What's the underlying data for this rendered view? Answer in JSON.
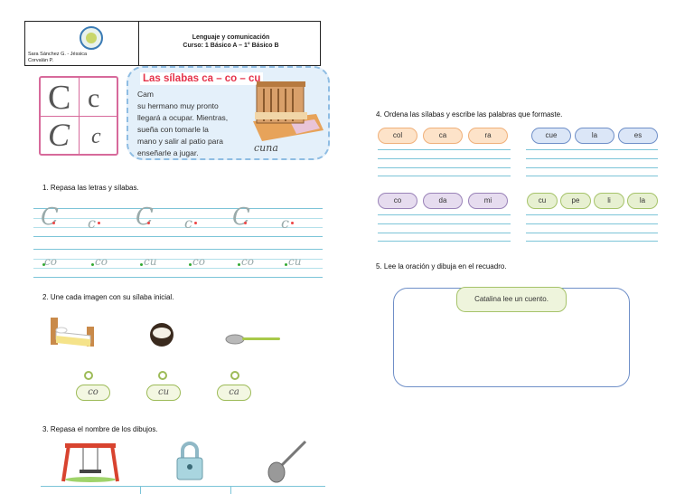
{
  "header": {
    "subject": "Lenguaje y comunicación",
    "course": "Curso: 1 Básico A – 1° Básico B",
    "authors_line1": "Sara Sánchez G.   - Jéssica",
    "authors_line2": "Corvalán P."
  },
  "letters": {
    "upper": "C",
    "lower": "c"
  },
  "story": {
    "title": "Las sílabas ca – co – cu",
    "text_lines": [
      "Cam",
      "su hermano muy pronto",
      "llegará a ocupar. Mientras,",
      "sueña con tomarle la",
      "mano y salir al patio para",
      "enseñarle a jugar."
    ],
    "word": "cuna"
  },
  "section1": {
    "heading": "1.   Repasa las letras y sílabas.",
    "row2_syllables": [
      "co",
      "co",
      "cu",
      "co",
      "co",
      "cu"
    ]
  },
  "section2": {
    "heading": "2.   Une cada imagen con su sílaba inicial.",
    "tags": [
      "co",
      "cu",
      "ca"
    ]
  },
  "section3": {
    "heading": "3.   Repasa el nombre de los dibujos."
  },
  "section4": {
    "heading": "4.   Ordena las sílabas y escribe las palabras que formaste.",
    "groups": [
      {
        "syllables": [
          "col",
          "ca",
          "ra"
        ],
        "color": "#fde3c9"
      },
      {
        "syllables": [
          "cue",
          "la",
          "es"
        ],
        "color": "#dbe6f7"
      },
      {
        "syllables": [
          "co",
          "da",
          "mi"
        ],
        "color": "#e6dcef"
      },
      {
        "syllables": [
          "cu",
          "pe",
          "li",
          "la"
        ],
        "color": "#e7f0d1"
      }
    ]
  },
  "section5": {
    "heading": "5.   Lee la oración y dibuja en el recuadro.",
    "sentence": "Catalina lee un cuento."
  }
}
